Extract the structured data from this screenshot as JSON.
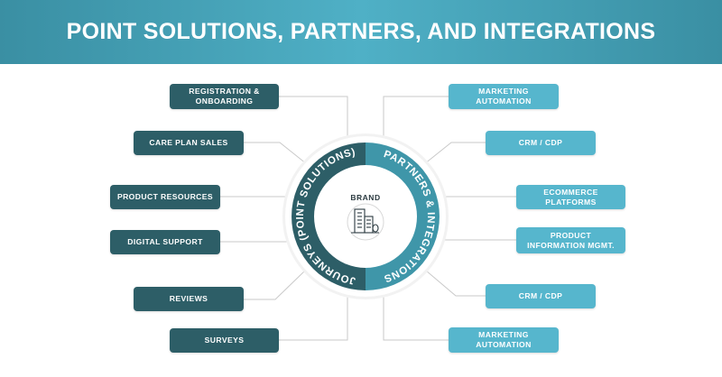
{
  "title": "POINT SOLUTIONS, PARTNERS, AND INTEGRATIONS",
  "hub": {
    "center_label": "BRAND",
    "center_icon": "building-icon",
    "left_ring_label": "JOURNEYS (POINT SOLUTIONS)",
    "right_ring_label": "PARTNERS & INTEGRATIONS"
  },
  "journeys": [
    {
      "label": "REGISTRATION &\nONBOARDING"
    },
    {
      "label": "CARE PLAN SALES"
    },
    {
      "label": "PRODUCT RESOURCES"
    },
    {
      "label": "DIGITAL SUPPORT"
    },
    {
      "label": "REVIEWS"
    },
    {
      "label": "SURVEYS"
    }
  ],
  "partners": [
    {
      "label": "MARKETING\nAUTOMATION"
    },
    {
      "label": "CRM / CDP"
    },
    {
      "label": "ECOMMERCE PLATFORMS"
    },
    {
      "label": "PRODUCT\nINFORMATION MGMT."
    },
    {
      "label": "CRM / CDP"
    },
    {
      "label": "MARKETING\nAUTOMATION"
    }
  ],
  "colors": {
    "banner": "#4aa8bd",
    "dark_teal": "#2d5e67",
    "light_teal": "#56b6cd",
    "connector": "#c9c9c9"
  }
}
